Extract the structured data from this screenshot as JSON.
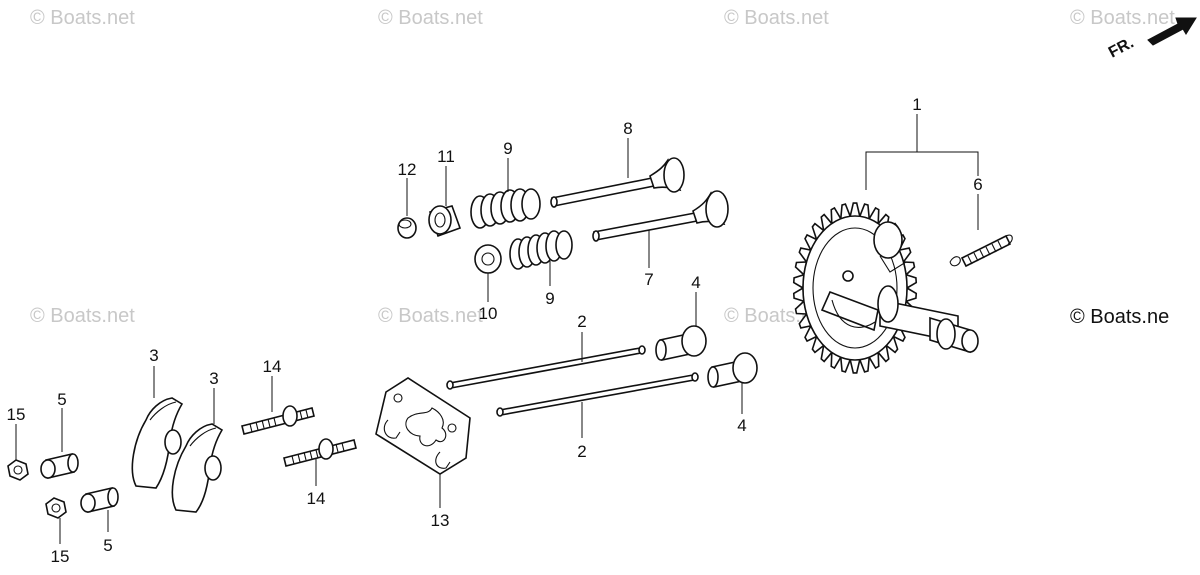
{
  "watermark": "© Boats.net",
  "watermark_right": "© Boats.ne",
  "orientation": "FR.",
  "callouts": {
    "c1": "1",
    "c2a": "2",
    "c2b": "2",
    "c3a": "3",
    "c3b": "3",
    "c4a": "4",
    "c4b": "4",
    "c5a": "5",
    "c5b": "5",
    "c6": "6",
    "c7": "7",
    "c8": "8",
    "c9a": "9",
    "c9b": "9",
    "c10": "10",
    "c11": "11",
    "c12": "12",
    "c13": "13",
    "c14a": "14",
    "c14b": "14",
    "c15a": "15",
    "c15b": "15"
  }
}
